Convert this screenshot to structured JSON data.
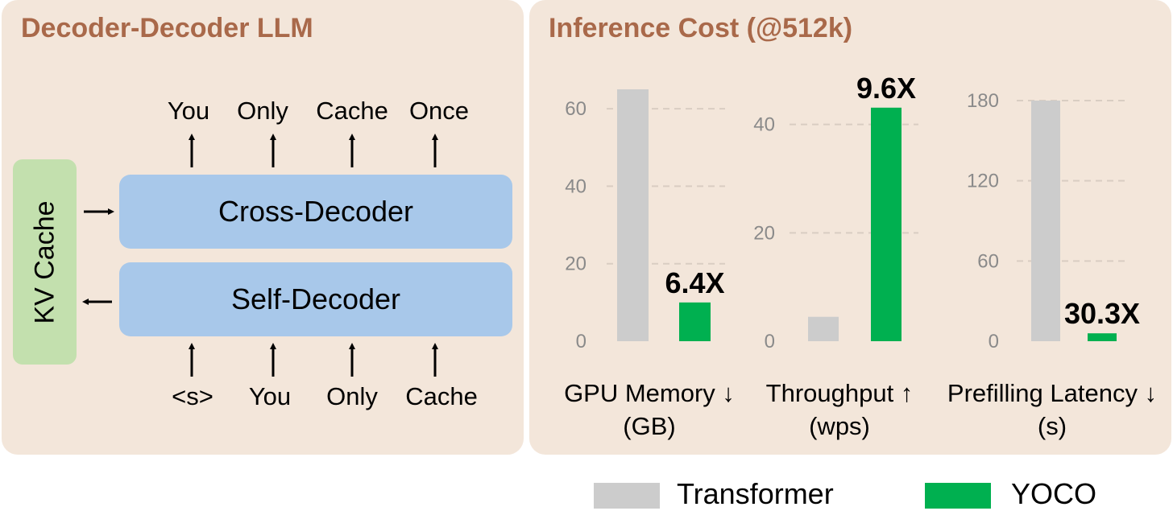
{
  "left_panel": {
    "title": "Decoder-Decoder LLM",
    "kv_cache_label": "KV Cache",
    "cross_decoder_label": "Cross-Decoder",
    "self_decoder_label": "Self-Decoder",
    "output_tokens": [
      "You",
      "Only",
      "Cache",
      "Once"
    ],
    "input_tokens": [
      "<s>",
      "You",
      "Only",
      "Cache"
    ]
  },
  "right_panel": {
    "title": "Inference Cost (@512k)"
  },
  "legend": {
    "items": [
      {
        "label": "Transformer",
        "color": "#cccccc"
      },
      {
        "label": "YOCO",
        "color": "#00b050"
      }
    ]
  },
  "colors": {
    "transformer": "#cccccc",
    "yoco": "#00b050",
    "title": "#a9694a",
    "panel_bg": "#f3e6da",
    "decoder_block": "#a8c8ea",
    "kv_cache": "#c3e0ae"
  },
  "chart_data": [
    {
      "type": "bar",
      "xlabel": "GPU Memory ↓",
      "unit": "(GB)",
      "categories": [
        "Transformer",
        "YOCO"
      ],
      "values": [
        65,
        10
      ],
      "ylim": [
        0,
        65
      ],
      "yticks": [
        "0",
        "20",
        "40",
        "60"
      ],
      "annotation": "6.4X"
    },
    {
      "type": "bar",
      "xlabel": "Throughput ↑",
      "unit": "(wps)",
      "categories": [
        "Transformer",
        "YOCO"
      ],
      "values": [
        4.5,
        43.1
      ],
      "ylim": [
        0,
        45
      ],
      "yticks": [
        "0",
        "20",
        "40"
      ],
      "annotation": "9.6X"
    },
    {
      "type": "bar",
      "xlabel": "Prefilling Latency ↓",
      "unit": "(s)",
      "categories": [
        "Transformer",
        "YOCO"
      ],
      "values": [
        180,
        5.9
      ],
      "ylim": [
        0,
        180
      ],
      "yticks": [
        "0",
        "60",
        "120",
        "180"
      ],
      "annotation": "30.3X"
    }
  ]
}
